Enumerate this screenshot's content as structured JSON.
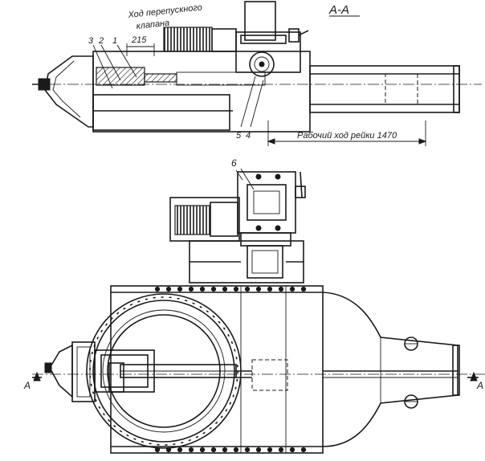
{
  "section_title": "А-А",
  "bypass_label_line1": "Ход перепускного",
  "bypass_label_line2": "клапана",
  "bypass_stroke": "215",
  "rack_stroke_label": "Рабочий ход рейки 1470",
  "callouts": [
    "3",
    "2",
    "1",
    "5",
    "4",
    "6"
  ],
  "section_marks": [
    "А",
    "А"
  ]
}
